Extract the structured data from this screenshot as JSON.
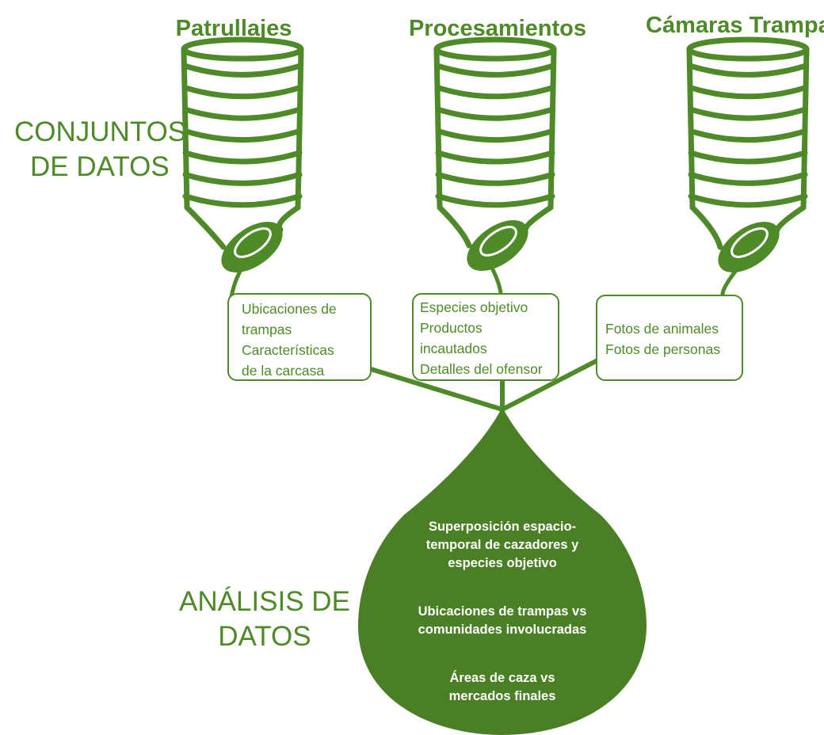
{
  "colors": {
    "accent": "#4e8a28",
    "drop_fill": "#4a7f25",
    "background": "#ffffff"
  },
  "sources": [
    {
      "title": "Patrullajes",
      "lines": [
        "Ubicaciones de",
        "trampas",
        "Características",
        "de la carcasa"
      ]
    },
    {
      "title": "Procesamientos",
      "lines": [
        "Especies objetivo",
        "Productos",
        "incautados",
        "Detalles del ofensor"
      ]
    },
    {
      "title": "Cámaras Trampa",
      "lines": [
        "Fotos de animales",
        "Fotos de personas"
      ]
    }
  ],
  "labels": {
    "datasets": [
      "CONJUNTOS",
      "DE DATOS"
    ],
    "analysis": [
      "ANÁLISIS DE",
      "DATOS"
    ]
  },
  "analysis_items": [
    [
      "Superposición espacio-",
      "temporal de cazadores y",
      "especies objetivo"
    ],
    [
      "Ubicaciones de trampas vs",
      "comunidades involucradas"
    ],
    [
      "Áreas de caza vs",
      "mercados finales"
    ]
  ]
}
